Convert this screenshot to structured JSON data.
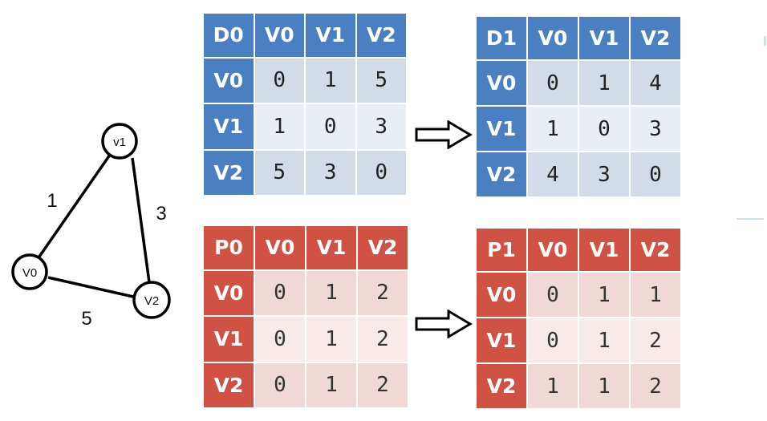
{
  "graph": {
    "nodes": [
      {
        "id": "v1",
        "label": "v1"
      },
      {
        "id": "v0",
        "label": "V0"
      },
      {
        "id": "v2",
        "label": "V2"
      }
    ],
    "edges": [
      {
        "from": "v0",
        "to": "v1",
        "weight": "1"
      },
      {
        "from": "v1",
        "to": "v2",
        "weight": "3"
      },
      {
        "from": "v0",
        "to": "v2",
        "weight": "5"
      }
    ]
  },
  "tables": {
    "D0": {
      "corner": "D0",
      "cols": [
        "V0",
        "V1",
        "V2"
      ],
      "rows": [
        {
          "label": "V0",
          "cells": [
            "0",
            "1",
            "5"
          ]
        },
        {
          "label": "V1",
          "cells": [
            "1",
            "0",
            "3"
          ]
        },
        {
          "label": "V2",
          "cells": [
            "5",
            "3",
            "0"
          ]
        }
      ]
    },
    "D1": {
      "corner": "D1",
      "cols": [
        "V0",
        "V1",
        "V2"
      ],
      "rows": [
        {
          "label": "V0",
          "cells": [
            "0",
            "1",
            "4"
          ]
        },
        {
          "label": "V1",
          "cells": [
            "1",
            "0",
            "3"
          ]
        },
        {
          "label": "V2",
          "cells": [
            "4",
            "3",
            "0"
          ]
        }
      ]
    },
    "P0": {
      "corner": "P0",
      "cols": [
        "V0",
        "V1",
        "V2"
      ],
      "rows": [
        {
          "label": "V0",
          "cells": [
            "0",
            "1",
            "2"
          ]
        },
        {
          "label": "V1",
          "cells": [
            "0",
            "1",
            "2"
          ]
        },
        {
          "label": "V2",
          "cells": [
            "0",
            "1",
            "2"
          ]
        }
      ]
    },
    "P1": {
      "corner": "P1",
      "cols": [
        "V0",
        "V1",
        "V2"
      ],
      "rows": [
        {
          "label": "V0",
          "cells": [
            "0",
            "1",
            "1"
          ]
        },
        {
          "label": "V1",
          "cells": [
            "0",
            "1",
            "2"
          ]
        },
        {
          "label": "V2",
          "cells": [
            "1",
            "1",
            "2"
          ]
        }
      ]
    }
  },
  "colors": {
    "distance_header": "#4a7fc1",
    "path_header": "#cf5245"
  }
}
